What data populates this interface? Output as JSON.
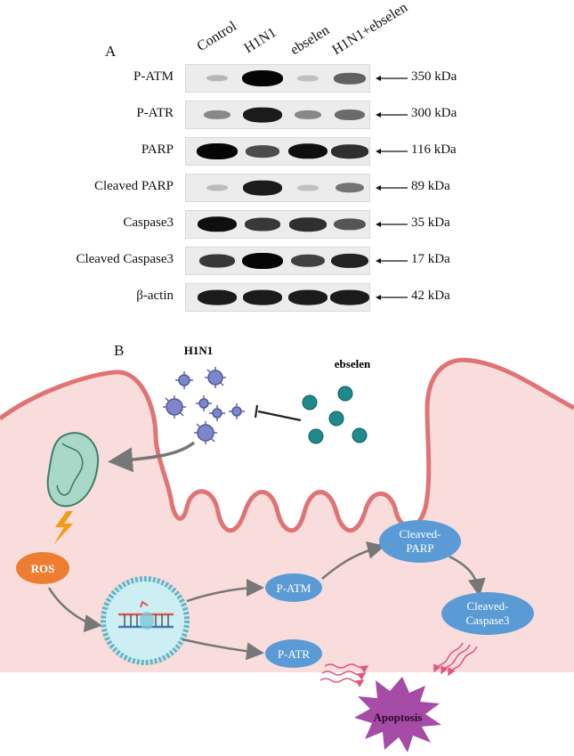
{
  "panel_a": {
    "label": "A",
    "lanes": [
      "Control",
      "H1N1",
      "ebselen",
      "H1N1+ebselen"
    ],
    "rows": [
      {
        "name": "P-ATM",
        "size": "350 kDa",
        "intensity": [
          0.12,
          1.0,
          0.08,
          0.55
        ]
      },
      {
        "name": "P-ATR",
        "size": "300 kDa",
        "intensity": [
          0.35,
          0.9,
          0.35,
          0.5
        ]
      },
      {
        "name": "PARP",
        "size": "116 kDa",
        "intensity": [
          1.0,
          0.65,
          0.95,
          0.8
        ]
      },
      {
        "name": "Cleaved PARP",
        "size": "89 kDa",
        "intensity": [
          0.1,
          0.9,
          0.08,
          0.45
        ]
      },
      {
        "name": "Caspase3",
        "size": "35 kDa",
        "intensity": [
          0.95,
          0.75,
          0.8,
          0.6
        ]
      },
      {
        "name": "Cleaved Caspase3",
        "size": "17 kDa",
        "intensity": [
          0.75,
          1.0,
          0.7,
          0.85
        ]
      },
      {
        "name": "β-actin",
        "size": "42 kDa",
        "intensity": [
          0.9,
          0.9,
          0.9,
          0.9
        ]
      }
    ]
  },
  "panel_b": {
    "label": "B",
    "virus_label": "H1N1",
    "drug_label": "ebselen",
    "ros_label": "ROS",
    "p_atm": "P-ATM",
    "p_atr": "P-ATR",
    "cleaved_parp_1": "Cleaved-",
    "cleaved_parp_2": "PARP",
    "cleaved_casp_1": "Cleaved-",
    "cleaved_casp_2": "Caspase3",
    "apoptosis": "Apoptosis",
    "colors": {
      "cytoplasm": "#f9dcdc",
      "membrane": "#e07474",
      "node": "#5b9bd5",
      "ros": "#ed7d31",
      "apoptosis": "#a64ca6",
      "virus": "#7d86c9",
      "drug": "#1f8a8a",
      "nucleus": "#cdeef2",
      "mitochondria": "#a9d8c8"
    }
  }
}
